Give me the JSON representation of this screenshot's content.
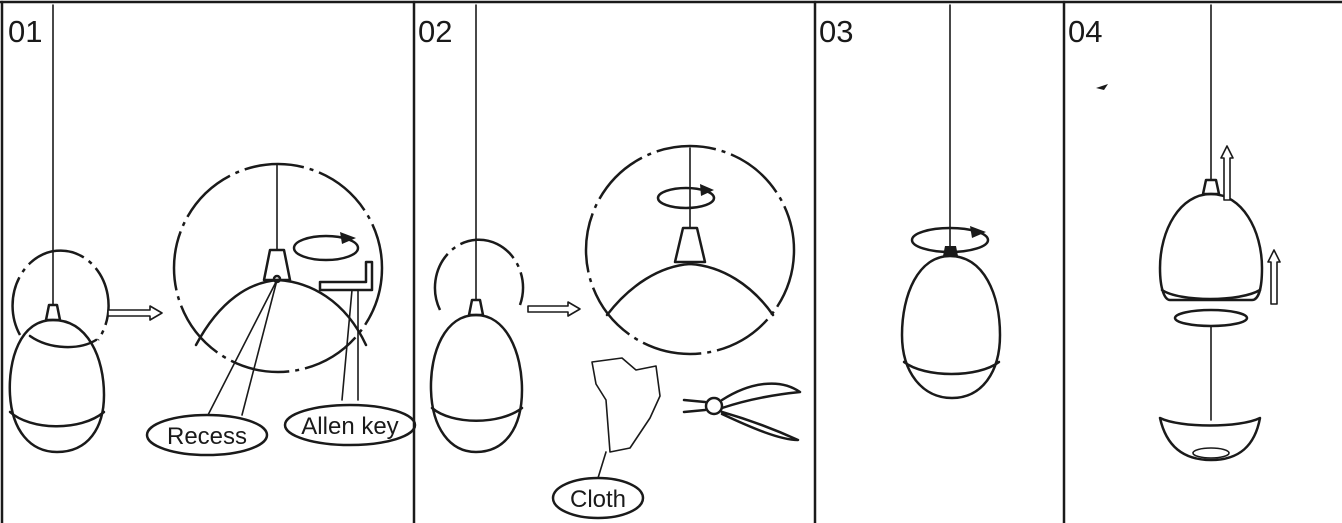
{
  "panels": [
    {
      "number": "01"
    },
    {
      "number": "02"
    },
    {
      "number": "03"
    },
    {
      "number": "04"
    }
  ],
  "callouts": {
    "recess": "Recess",
    "allen_key": "Allen key",
    "cloth": "Cloth"
  },
  "colors": {
    "ink": "#1a1a1a",
    "paper": "#ffffff"
  }
}
